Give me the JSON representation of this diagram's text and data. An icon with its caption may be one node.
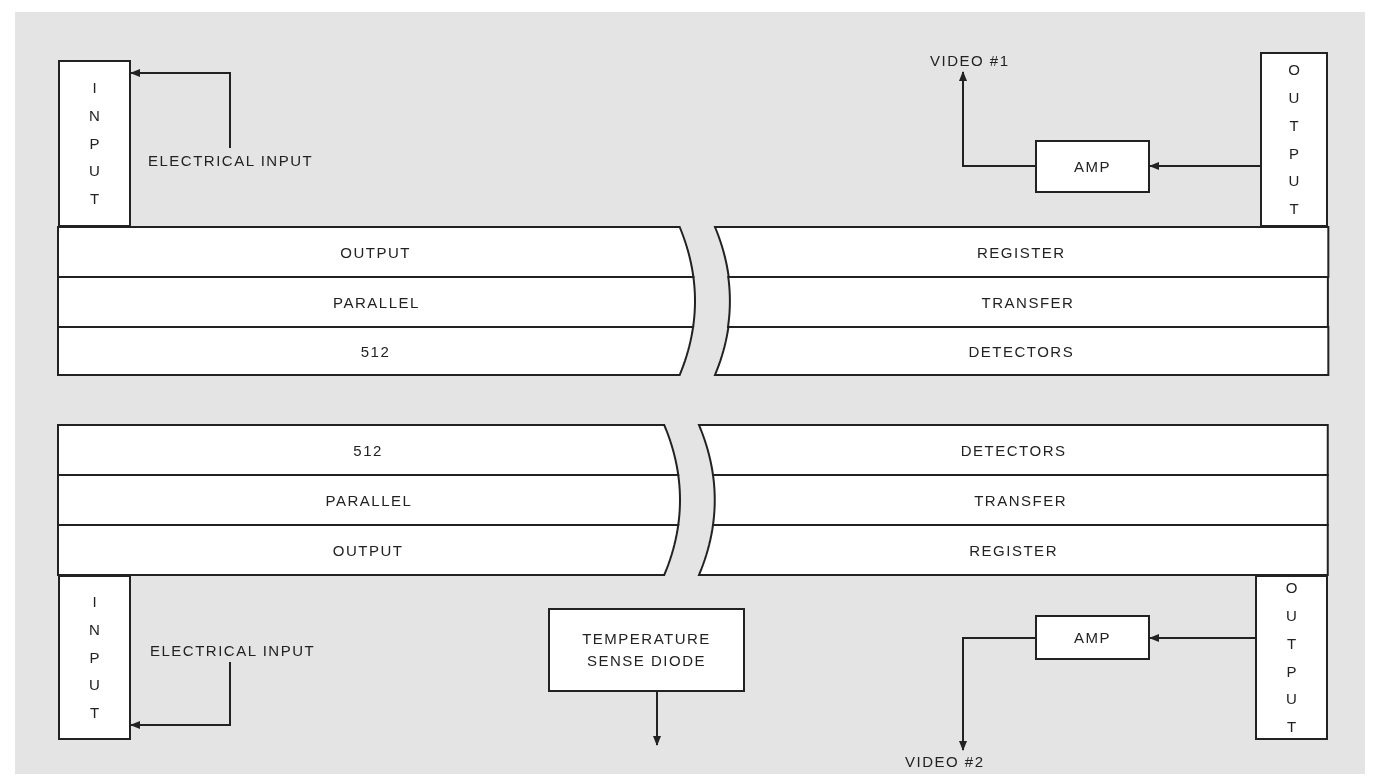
{
  "diagram": {
    "nodes": [
      {
        "text": [
          "INPUT"
        ]
      },
      {
        "text": [
          "ELECTRICAL INPUT"
        ]
      },
      {
        "text": [
          "VIDEO #1"
        ]
      },
      {
        "text": [
          "AMP"
        ]
      },
      {
        "text": [
          "OUTPUT"
        ]
      },
      {
        "text": [
          "OUTPUT"
        ]
      },
      {
        "text": [
          "PARALLEL"
        ]
      },
      {
        "text": [
          "512"
        ]
      },
      {
        "text": [
          "REGISTER"
        ]
      },
      {
        "text": [
          "TRANSFER"
        ]
      },
      {
        "text": [
          "DETECTORS"
        ]
      },
      {
        "text": [
          "512"
        ]
      },
      {
        "text": [
          "PARALLEL"
        ]
      },
      {
        "text": [
          "OUTPUT"
        ]
      },
      {
        "text": [
          "DETECTORS"
        ]
      },
      {
        "text": [
          "TRANSFER"
        ]
      },
      {
        "text": [
          "REGISTER"
        ]
      },
      {
        "text": [
          "INPUT"
        ]
      },
      {
        "text": [
          "ELECTRICAL INPUT"
        ]
      },
      {
        "text": [
          "TEMPERATURE SENSE DIODE"
        ]
      },
      {
        "text": [
          "AMP"
        ]
      },
      {
        "text": [
          "VIDEO #2"
        ]
      },
      {
        "text": [
          "OUTPUT"
        ]
      }
    ],
    "edges": [
      {
        "from": 1,
        "to": 0,
        "arrow": "to"
      },
      {
        "from": 4,
        "to": 3,
        "arrow": "to"
      },
      {
        "from": 3,
        "to": 2,
        "arrow": "to"
      },
      {
        "from": 18,
        "to": 17,
        "arrow": "to"
      },
      {
        "from": 19,
        "to": null,
        "arrow": "to"
      },
      {
        "from": 22,
        "to": 20,
        "arrow": "to"
      },
      {
        "from": 20,
        "to": 21,
        "arrow": "to"
      }
    ]
  }
}
